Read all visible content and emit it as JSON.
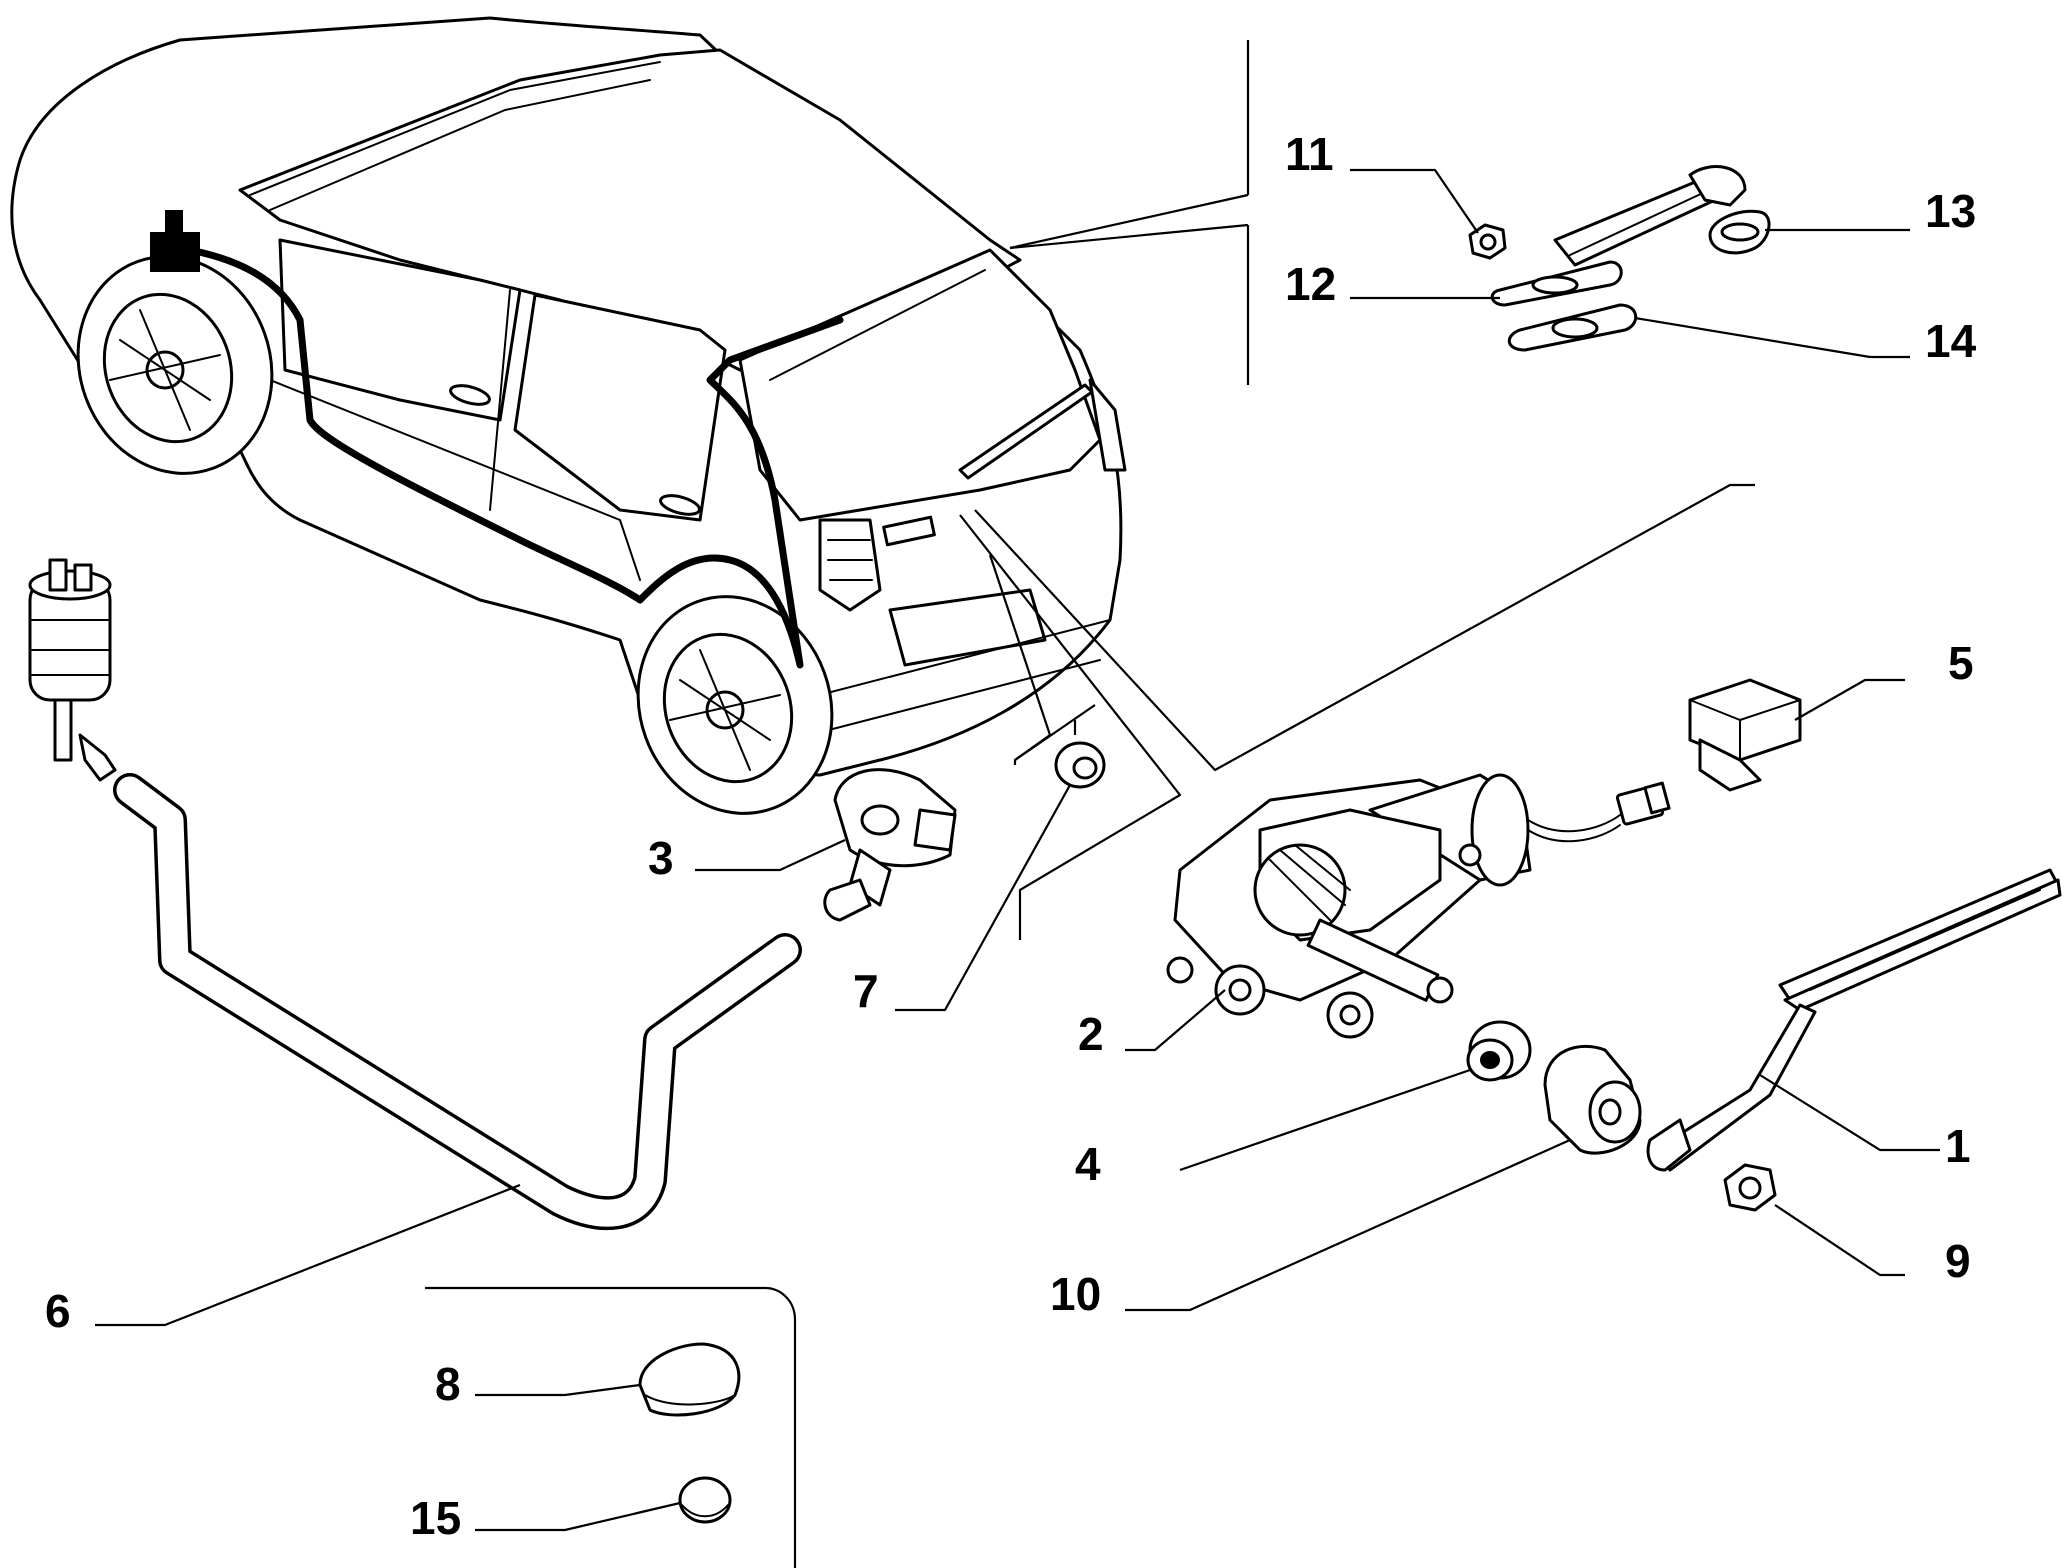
{
  "callouts": [
    {
      "id": "1",
      "text": "1"
    },
    {
      "id": "2",
      "text": "2"
    },
    {
      "id": "3",
      "text": "3"
    },
    {
      "id": "4",
      "text": "4"
    },
    {
      "id": "5",
      "text": "5"
    },
    {
      "id": "6",
      "text": "6"
    },
    {
      "id": "7",
      "text": "7"
    },
    {
      "id": "8",
      "text": "8"
    },
    {
      "id": "9",
      "text": "9"
    },
    {
      "id": "10",
      "text": "10"
    },
    {
      "id": "11",
      "text": "11"
    },
    {
      "id": "12",
      "text": "12"
    },
    {
      "id": "13",
      "text": "13"
    },
    {
      "id": "14",
      "text": "14"
    },
    {
      "id": "15",
      "text": "15"
    }
  ],
  "colors": {
    "ink": "#000000",
    "background": "#ffffff"
  }
}
